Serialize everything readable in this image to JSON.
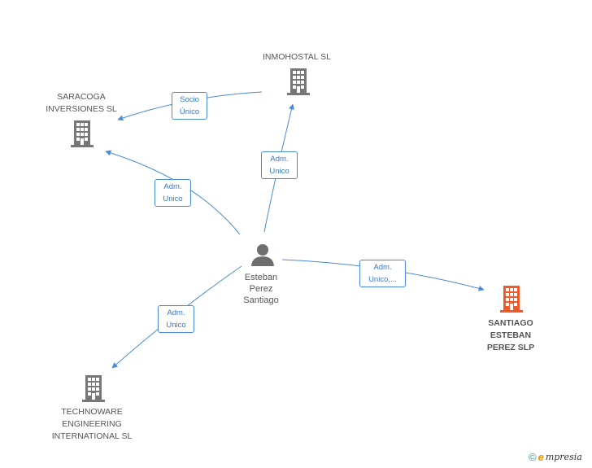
{
  "colors": {
    "edge": "#4a8ad8",
    "company_icon": "#777777",
    "focus_icon": "#f05a28",
    "person_icon": "#6e6e6e"
  },
  "nodes": {
    "inmohostal": {
      "label": "INMOHOSTAL SL",
      "icon": "building-icon"
    },
    "saracoga": {
      "label_lines": [
        "SARACOGA",
        "INVERSIONES SL"
      ],
      "icon": "building-icon"
    },
    "person": {
      "label_lines": [
        "Esteban",
        "Perez",
        "Santiago"
      ],
      "icon": "person-icon"
    },
    "santiago": {
      "label_lines": [
        "SANTIAGO",
        "ESTEBAN",
        "PEREZ SLP"
      ],
      "icon": "building-icon"
    },
    "technoware": {
      "label_lines": [
        "TECHNOWARE",
        "ENGINEERING",
        "INTERNATIONAL SL"
      ],
      "icon": "building-icon"
    }
  },
  "edges": {
    "inmo_to_sara": [
      "Socio",
      "Único"
    ],
    "person_to_inmo": [
      "Adm.",
      "Unico"
    ],
    "person_to_sara": [
      "Adm.",
      "Unico"
    ],
    "person_to_santiago": [
      "Adm.",
      "Unico,..."
    ],
    "person_to_techno": [
      "Adm.",
      "Unico"
    ]
  },
  "footer": {
    "copyright": "©",
    "brand_initial": "e",
    "brand_rest": "mpresia"
  }
}
